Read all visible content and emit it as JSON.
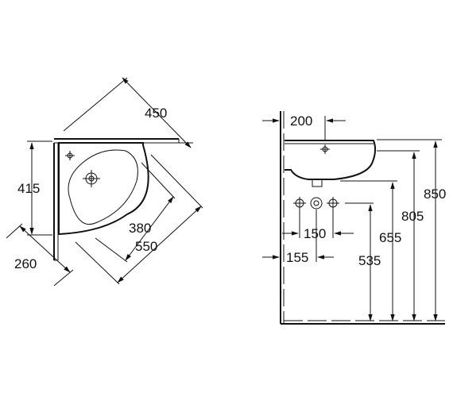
{
  "top_view": {
    "dims": {
      "width_diag": "450",
      "height": "415",
      "bowl_depth": "380",
      "overall_depth": "550",
      "corner_offset": "260"
    }
  },
  "side_view": {
    "dims": {
      "projection": "200",
      "height_top": "850",
      "height_rim": "805",
      "height_siphon": "655",
      "height_supply": "535",
      "supply_spacing": "150",
      "waste_offset": "155"
    }
  }
}
